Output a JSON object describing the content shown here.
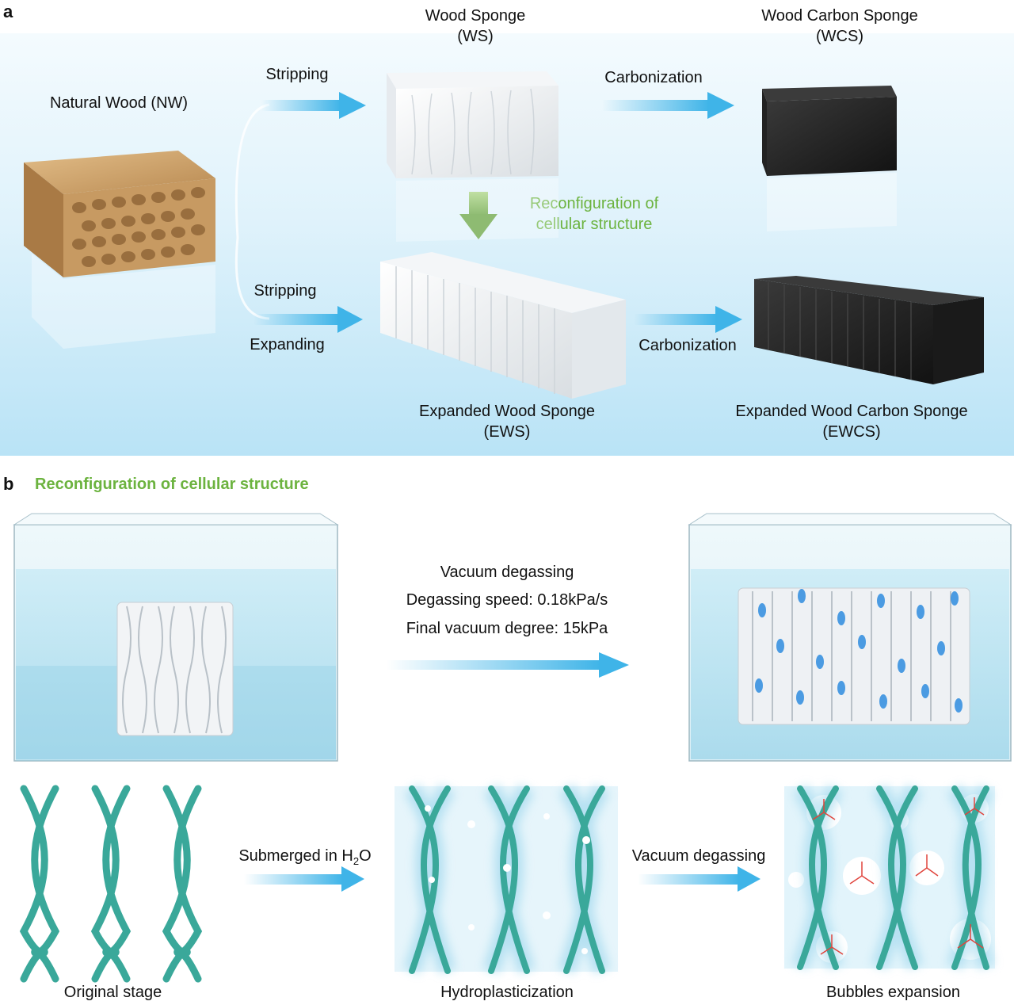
{
  "panel_a": {
    "letter": "a",
    "natural_wood": "Natural Wood (NW)",
    "ws_title": "Wood Sponge",
    "ws_abbr": "(WS)",
    "wcs_title": "Wood Carbon Sponge",
    "wcs_abbr": "(WCS)",
    "stripping_top": "Stripping",
    "carbonization_top": "Carbonization",
    "reconfig_line1": "Reconfiguration of",
    "reconfig_line2": "cellular structure",
    "stripping_bottom": "Stripping",
    "expanding": "Expanding",
    "carbonization_bottom": "Carbonization",
    "ews_title": "Expanded Wood Sponge",
    "ews_abbr": "(EWS)",
    "ewcs_title": "Expanded Wood Carbon Sponge",
    "ewcs_abbr": "(EWCS)"
  },
  "panel_b": {
    "letter": "b",
    "title": "Reconfiguration of cellular structure",
    "vacuum_title": "Vacuum degassing",
    "speed": "Degassing speed: 0.18kPa/s",
    "final_vacuum": "Final vacuum degree: 15kPa",
    "submerged_prefix": "Submerged in H",
    "submerged_sub": "2",
    "submerged_suffix": "O",
    "vacuum_degassing_2": "Vacuum degassing",
    "stage1": "Original stage",
    "stage2": "Hydroplasticization",
    "stage3": "Bubbles expansion"
  },
  "colors": {
    "arrow_blue": "#3fb4e8",
    "label_green": "#6cb33f",
    "fiber_teal": "#3aa89a",
    "wood_tan": "#c9a06c",
    "carbon_black": "#1e1e1e",
    "bubble_arrow_red": "#e0443c"
  }
}
